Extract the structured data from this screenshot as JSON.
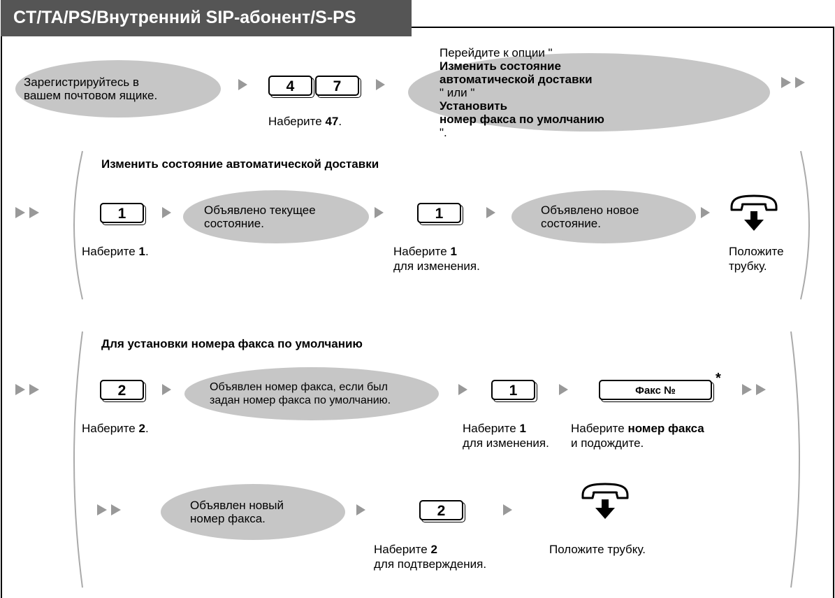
{
  "header": {
    "title": "CT/TA/PS/Внутренний SIP-абонент/S-PS"
  },
  "top": {
    "oval_login": [
      "Зарегистрируйтесь в",
      "вашем почтовом ящике."
    ],
    "key_4": "4",
    "key_7": "7",
    "dial47_prefix": "Наберите ",
    "dial47_bold": "47",
    "dial47_suffix": ".",
    "oval_goto": {
      "l1_a": "Перейдите к опции \"",
      "l1_b": "Изменить состояние",
      "l2_a": "автоматической доставки",
      "l2_b": "\" или \"",
      "l2_c": "Установить",
      "l3_a": "номер факса по умолчанию",
      "l3_b": "\"."
    }
  },
  "section1": {
    "title": "Изменить состояние автоматической доставки",
    "key_1a": "1",
    "dial1_prefix": "Наберите ",
    "dial1_bold": "1",
    "dial1_suffix": ".",
    "oval_current": [
      "Объявлено текущее",
      "состояние."
    ],
    "key_1b": "1",
    "change_prefix": "Наберите ",
    "change_bold": "1",
    "change_line2": "для изменения.",
    "oval_new": [
      "Объявлено новое",
      "состояние."
    ],
    "hangup_line1": "Положите",
    "hangup_line2": "трубку."
  },
  "section2": {
    "title": "Для установки номера факса по умолчанию",
    "key_2a": "2",
    "dial2_prefix": "Наберите ",
    "dial2_bold": "2",
    "dial2_suffix": ".",
    "oval_fax": [
      "Объявлен номер факса, если был",
      "задан номер факса по умолчанию."
    ],
    "key_1": "1",
    "change_prefix": "Наберите ",
    "change_bold": "1",
    "change_line2": "для изменения.",
    "key_fax": "Факс №",
    "star": "*",
    "faxnum_prefix": "Наберите ",
    "faxnum_bold": "номер факса",
    "faxnum_line2": "и подождите.",
    "oval_newfax": [
      "Объявлен новый",
      "номер факса."
    ],
    "key_2b": "2",
    "confirm_prefix": "Наберите ",
    "confirm_bold": "2",
    "confirm_line2": "для подтверждения.",
    "hangup": "Положите трубку."
  },
  "icons": [
    "arrow-icon",
    "double-arrow-icon",
    "handset-hangup-icon"
  ],
  "colors": {
    "header_bg": "#555555",
    "oval_fill": "#c6c6c6",
    "arrow": "#999999"
  }
}
